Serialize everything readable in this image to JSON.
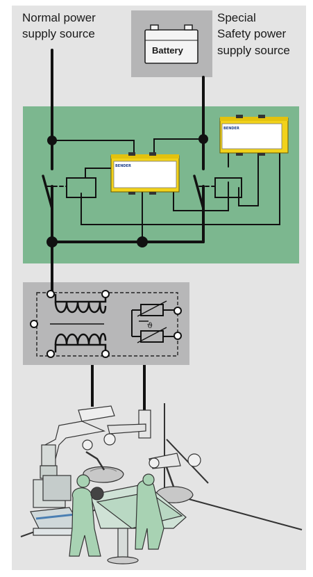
{
  "labels": {
    "normal_source": [
      "Normal power",
      "supply source"
    ],
    "special_source": [
      "Special",
      "Safety power",
      "supply source"
    ],
    "battery": "Battery",
    "device_brand": "BENDER",
    "thermal_symbol": "ϑ"
  },
  "colors": {
    "background_panel": "#e4e4e4",
    "switching_panel": "#7cb78f",
    "transformer_panel": "#b7b7b8",
    "battery_box": "#b5b5b6",
    "device_yellow": "#f2d21b",
    "device_front": "#ffffff",
    "wire": "#111111",
    "room_fill": "#dfe7e2",
    "staff_fill": "#a8d2b3"
  }
}
